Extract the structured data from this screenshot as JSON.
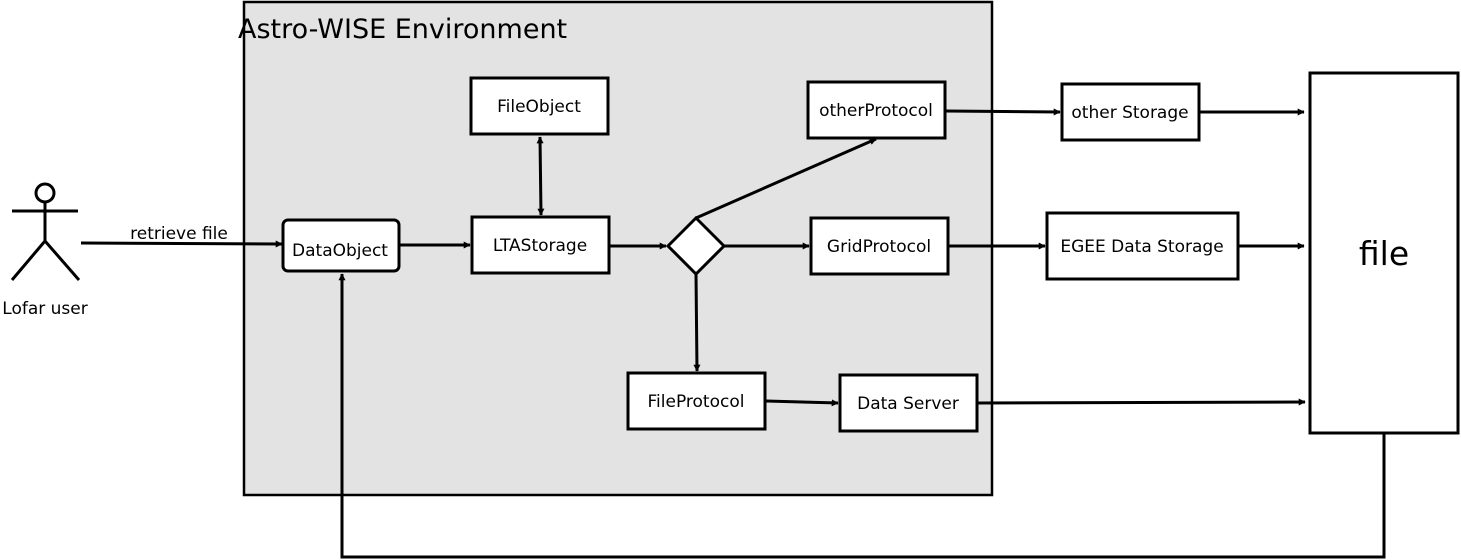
{
  "environment": {
    "title": "Astro-WISE Environment"
  },
  "actor": {
    "label": "Lofar user"
  },
  "edges": {
    "retrieve_label": "retrieve file"
  },
  "nodes": {
    "data_object": "DataObject",
    "file_object": "FileObject",
    "lta_storage": "LTAStorage",
    "other_protocol": "otherProtocol",
    "grid_protocol": "GridProtocol",
    "file_protocol": "FileProtocol",
    "other_storage": "other Storage",
    "egee_storage": "EGEE Data Storage",
    "data_server": "Data Server",
    "file": "file"
  },
  "colors": {
    "environment_fill": "#e3e3e3",
    "stroke": "#000000",
    "box_fill": "#ffffff"
  }
}
